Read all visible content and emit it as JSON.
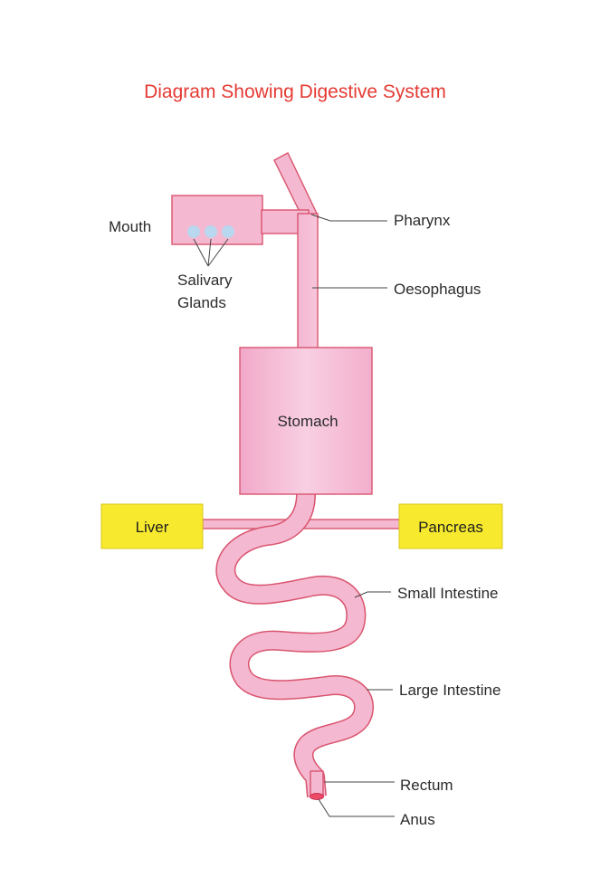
{
  "title": "Diagram Showing Digestive System",
  "labels": {
    "mouth": "Mouth",
    "pharynx": "Pharynx",
    "oesophagus": "Oesophagus",
    "salivary_line1": "Salivary",
    "salivary_line2": "Glands",
    "stomach": "Stomach",
    "liver": "Liver",
    "pancreas": "Pancreas",
    "small_intestine": "Small Intestine",
    "large_intestine": "Large Intestine",
    "rectum": "Rectum",
    "anus": "Anus"
  },
  "colors": {
    "title": "#e53a33",
    "organ_fill": "#f6bfd6",
    "organ_outline": "#d9546e",
    "box_fill": "#f7ea2e",
    "box_outline": "#d8c51c",
    "gland_fill": "#b9d7ee"
  }
}
